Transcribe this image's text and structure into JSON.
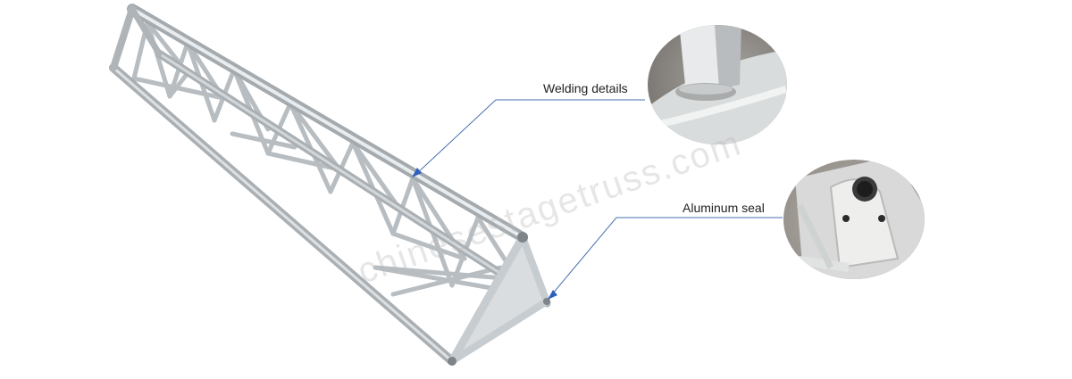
{
  "callouts": {
    "welding": {
      "label": "Welding details"
    },
    "seal": {
      "label": "Aluminum seal"
    }
  },
  "watermark": {
    "text": "chinesestagetruss.com"
  },
  "colors": {
    "tube": "#c3c9cc",
    "tube_edge": "#8e9498",
    "leader_line": "#4a6fb0",
    "arrow": "#2e5fbf",
    "photo_bg": "#8d8a86"
  }
}
